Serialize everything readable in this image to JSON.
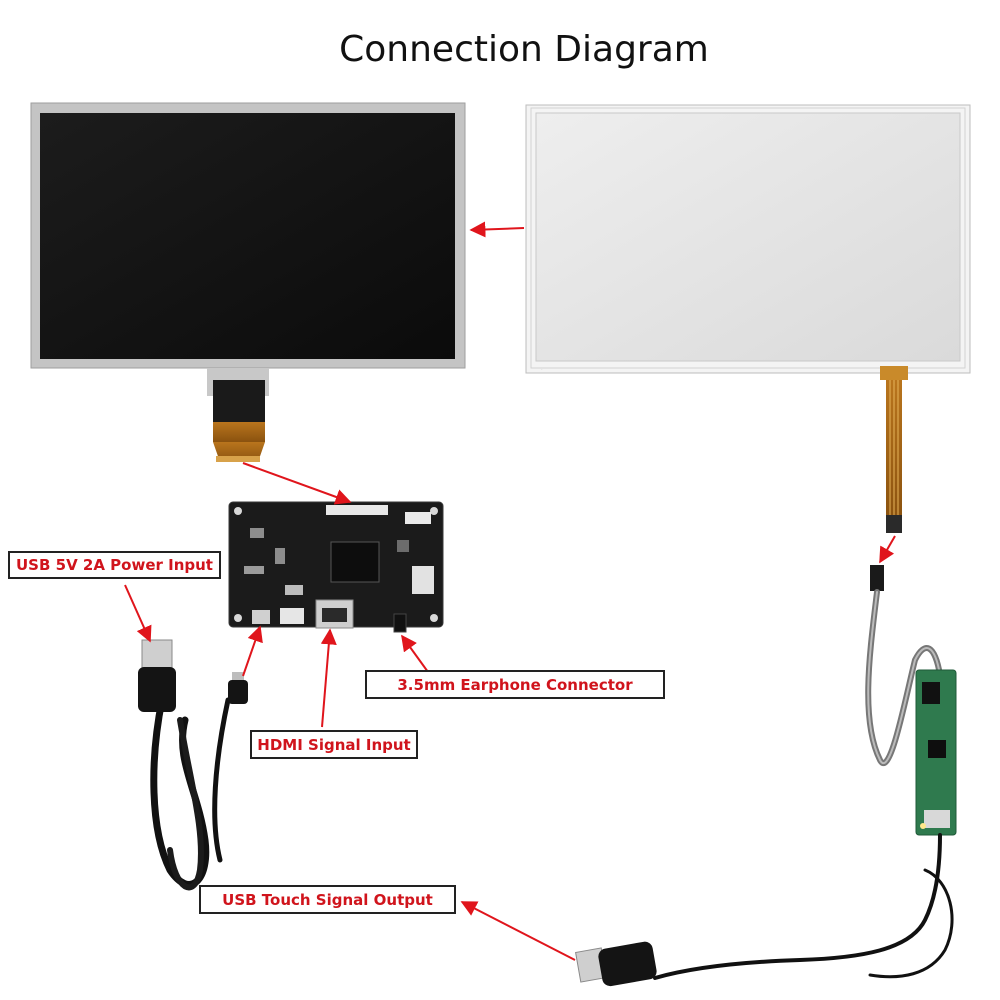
{
  "title": "Connection Diagram",
  "labels": {
    "usb_power": "USB 5V 2A Power Input",
    "earphone": "3.5mm Earphone Connector",
    "hdmi": "HDMI Signal Input",
    "usb_touch": "USB Touch Signal Output"
  },
  "colors": {
    "label_text": "#d0141c",
    "arrow": "#e0151c",
    "lcd_frame": "#c2c2c2",
    "lcd_screen": "#141414",
    "touch_panel": "#e4e4e4",
    "driver_board": "#1b1b1b",
    "touch_controller": "#2f7a4e",
    "cable": "#111111"
  },
  "components": [
    "lcd-panel",
    "touch-panel",
    "hdmi-driver-board",
    "usb-power-cable",
    "usb-touch-controller"
  ]
}
